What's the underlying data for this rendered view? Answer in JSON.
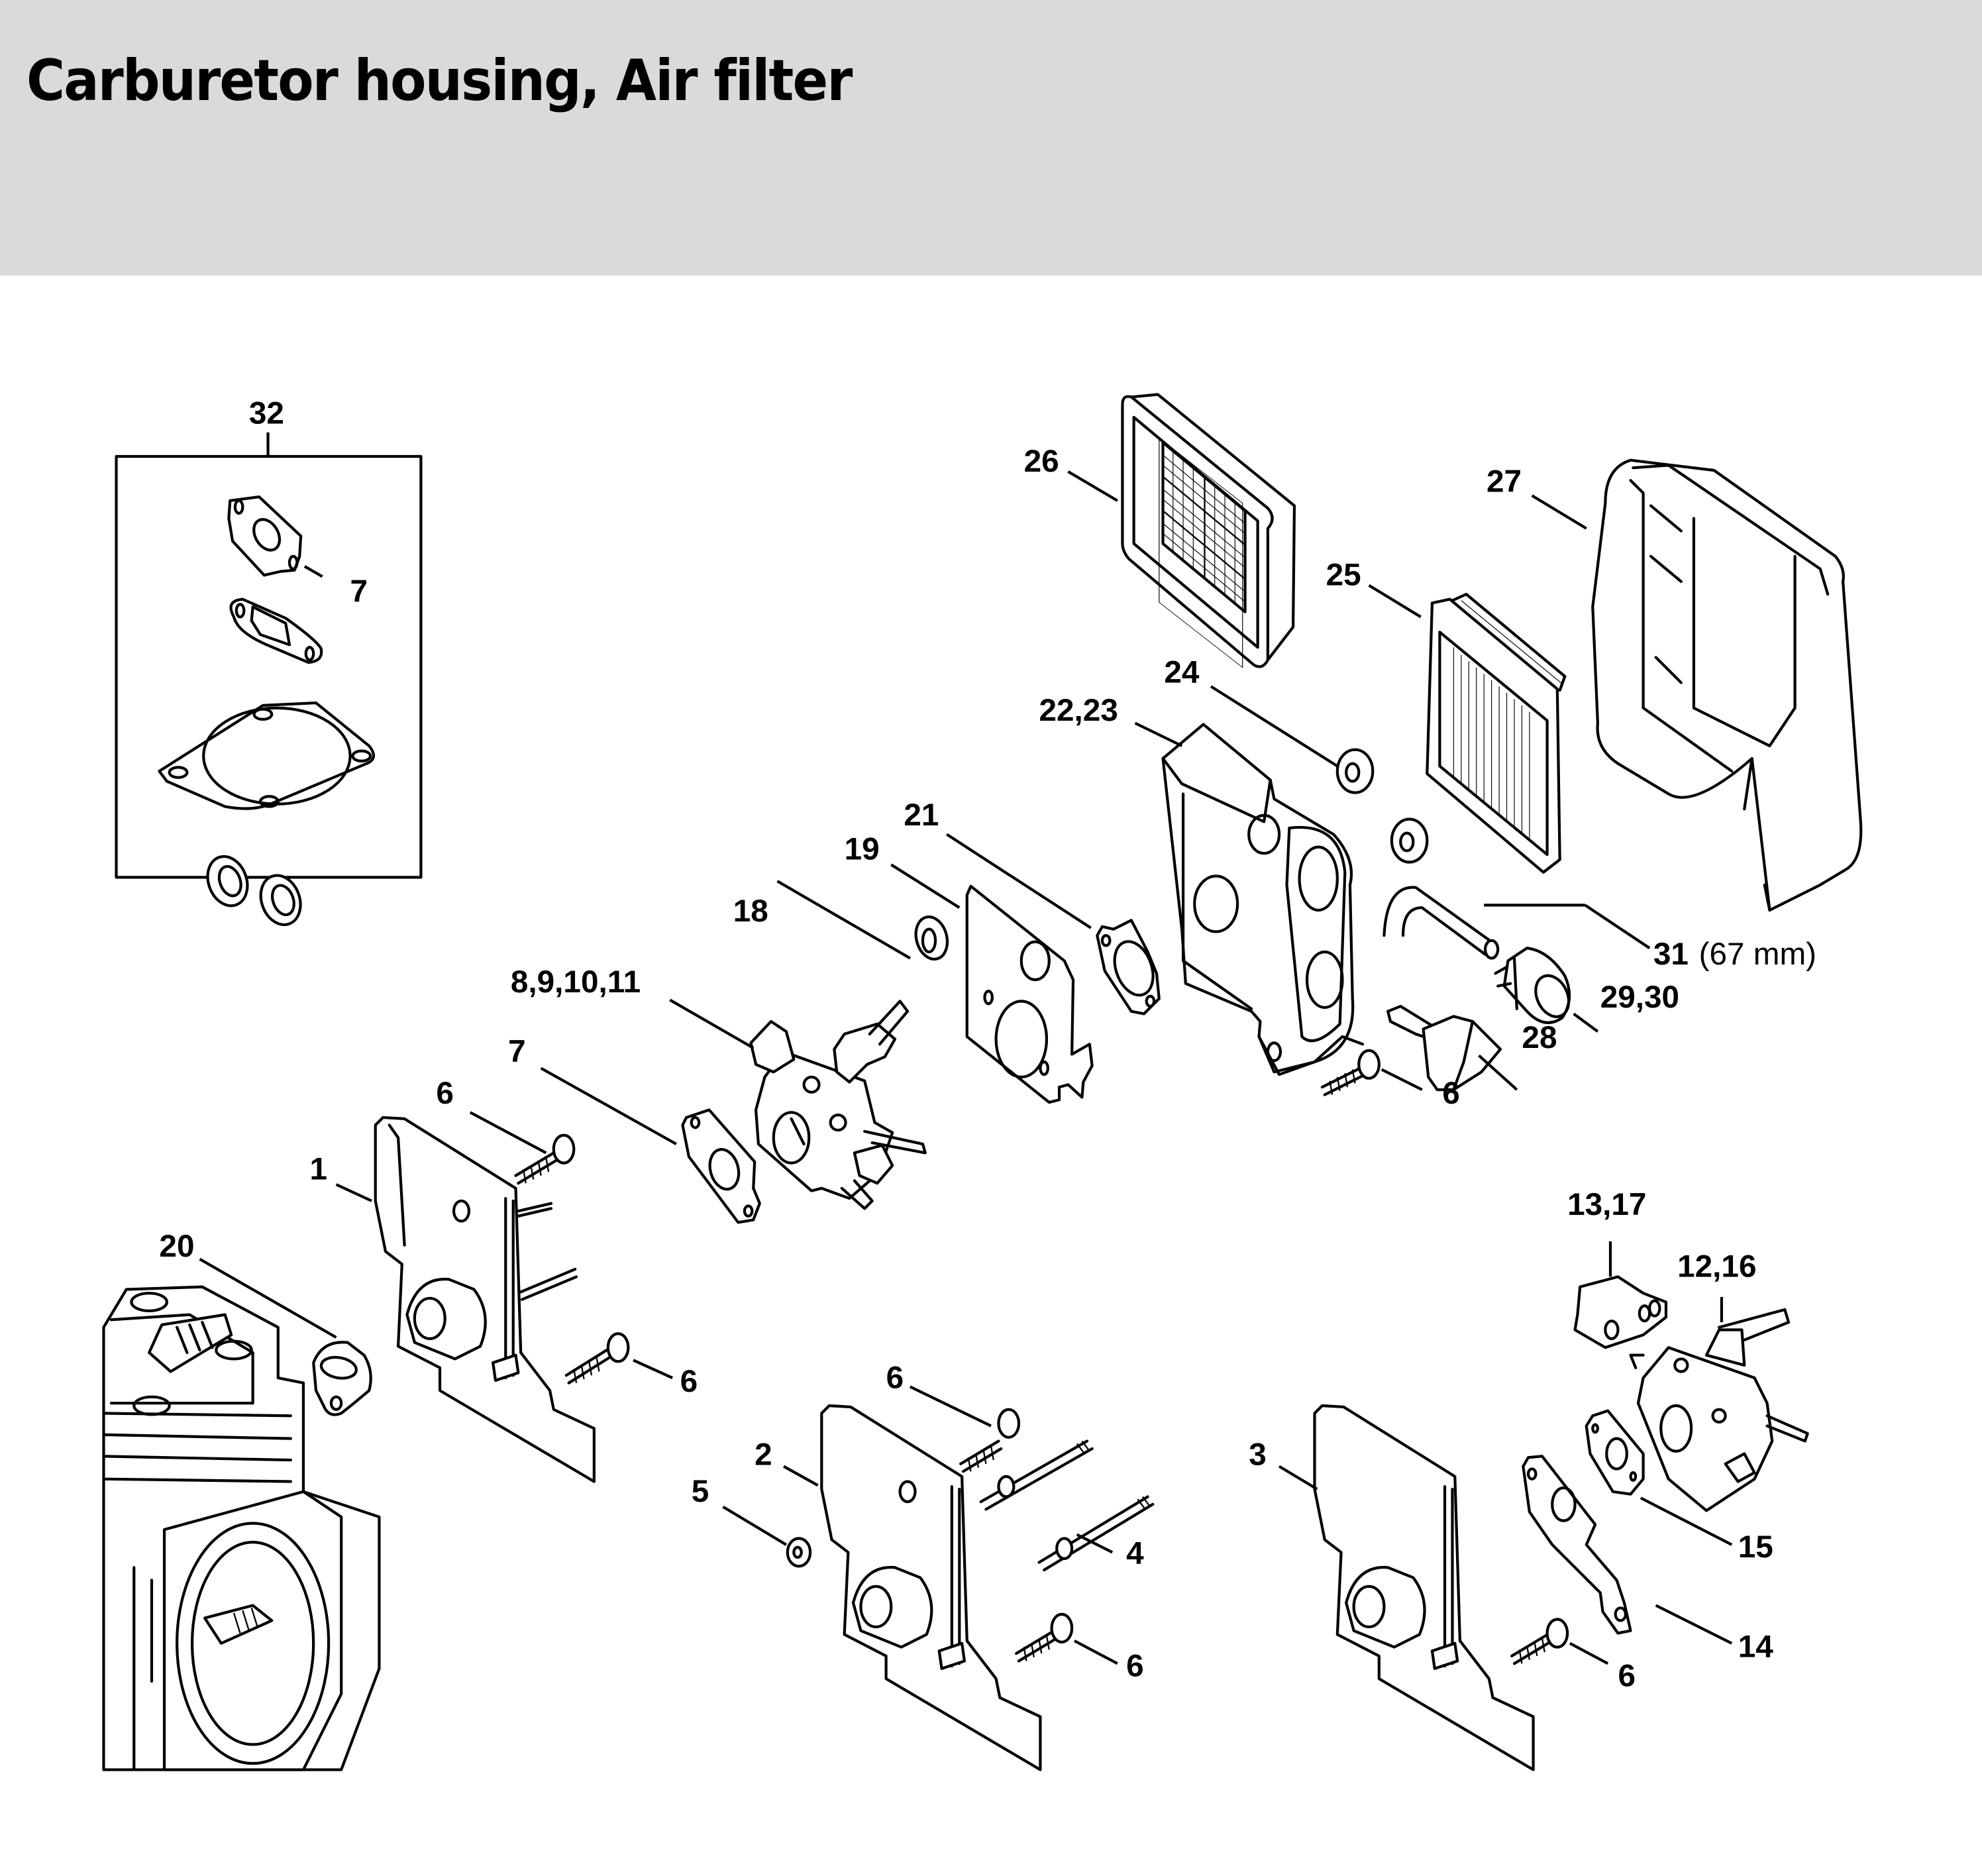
{
  "header": {
    "title": "Carburetor housing, Air filter",
    "background_color": "#d9dbda"
  },
  "diagram": {
    "kit_box": {
      "label": "32"
    },
    "callouts": [
      {
        "id": "c32",
        "text": "32"
      },
      {
        "id": "c7a",
        "text": "7"
      },
      {
        "id": "c26",
        "text": "26"
      },
      {
        "id": "c27",
        "text": "27"
      },
      {
        "id": "c25",
        "text": "25"
      },
      {
        "id": "c24",
        "text": "24"
      },
      {
        "id": "c2223",
        "text": "22,23"
      },
      {
        "id": "c21",
        "text": "21"
      },
      {
        "id": "c19",
        "text": "19"
      },
      {
        "id": "c18",
        "text": "18"
      },
      {
        "id": "c891011",
        "text": "8,9,10,11"
      },
      {
        "id": "c7b",
        "text": "7"
      },
      {
        "id": "c31",
        "text": "31"
      },
      {
        "id": "c2930",
        "text": "29,30"
      },
      {
        "id": "c28",
        "text": "28"
      },
      {
        "id": "c6a",
        "text": "6"
      },
      {
        "id": "c6b",
        "text": "6"
      },
      {
        "id": "c1",
        "text": "1"
      },
      {
        "id": "c20",
        "text": "20"
      },
      {
        "id": "c6c",
        "text": "6"
      },
      {
        "id": "c6d",
        "text": "6"
      },
      {
        "id": "c2",
        "text": "2"
      },
      {
        "id": "c5",
        "text": "5"
      },
      {
        "id": "c4",
        "text": "4"
      },
      {
        "id": "c6e",
        "text": "6"
      },
      {
        "id": "c3",
        "text": "3"
      },
      {
        "id": "c1317",
        "text": "13,17"
      },
      {
        "id": "c1216",
        "text": "12,16"
      },
      {
        "id": "c15",
        "text": "15"
      },
      {
        "id": "c14",
        "text": "14"
      },
      {
        "id": "c6f",
        "text": "6"
      }
    ],
    "c31_note": "(67 mm)"
  }
}
